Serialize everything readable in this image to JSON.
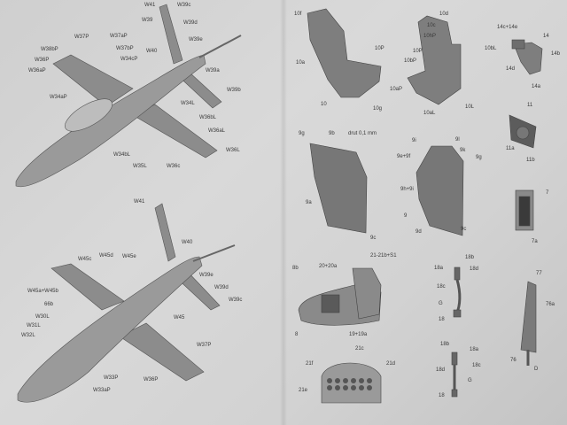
{
  "top_aircraft_labels": [
    "W41",
    "W39c",
    "W39",
    "W39d",
    "W37P",
    "W37aP",
    "W39e",
    "W38bP",
    "W37bP",
    "W40",
    "W36P",
    "W34cP",
    "W36aP",
    "W39a",
    "W34aP",
    "W39b",
    "W34L",
    "W36bL",
    "W36aL",
    "W34bL",
    "W35L",
    "W36c",
    "W36L"
  ],
  "bottom_aircraft_labels": [
    "W41",
    "W40",
    "W45c",
    "W45d",
    "W45e",
    "W39e",
    "W39d",
    "W39c",
    "W45a+W45b",
    "66b",
    "W30L",
    "W31L",
    "W32L",
    "W45",
    "W37P",
    "W33P",
    "W36P",
    "W33aP"
  ],
  "seat_labels": [
    "10f",
    "10d",
    "10c",
    "10hP",
    "10P",
    "10bL",
    "10P",
    "10a",
    "10bP",
    "10aP",
    "10",
    "10g",
    "10aL",
    "10L"
  ],
  "small_part_labels": [
    "14c+14e",
    "14",
    "14b",
    "14d",
    "14a",
    "11",
    "11a",
    "11b",
    "7",
    "7a"
  ],
  "panel_labels": [
    "9g",
    "9b",
    "drut 0,1 mm",
    "9i",
    "9l",
    "9k",
    "9e+9f",
    "9g",
    "9h+9i",
    "9a",
    "9",
    "9d",
    "9c",
    "9c"
  ],
  "cockpit_labels": [
    "21-21b+S1",
    "8b",
    "20+20a",
    "8",
    "19+19a",
    "21c",
    "21f",
    "21d",
    "21e"
  ],
  "strut_labels": [
    "18b",
    "18a",
    "18d",
    "18c",
    "G",
    "18",
    "18b",
    "18a",
    "18d",
    "18c",
    "G",
    "18"
  ],
  "antenna_labels": [
    "77",
    "76a",
    "76",
    "D"
  ]
}
